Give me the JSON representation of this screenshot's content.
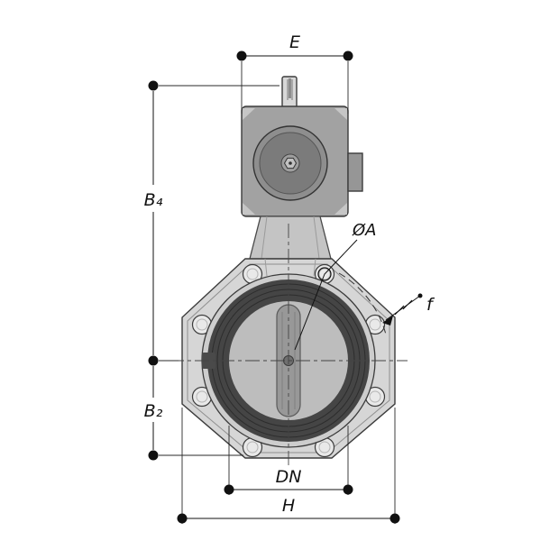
{
  "drawing": {
    "labels": {
      "e": "E",
      "b4": "B₄",
      "b2": "B₂",
      "dia_a": "ØA",
      "f": "f",
      "dn": "DN",
      "h": "H"
    },
    "colors": {
      "background": "#ffffff",
      "line": "#111111",
      "body_fill": "#d6d6d6",
      "actuator_fill": "#a2a2a2",
      "seat_ring": "#454545",
      "bore_fill": "#bdbdbd",
      "disc_fill": "#989898"
    }
  }
}
